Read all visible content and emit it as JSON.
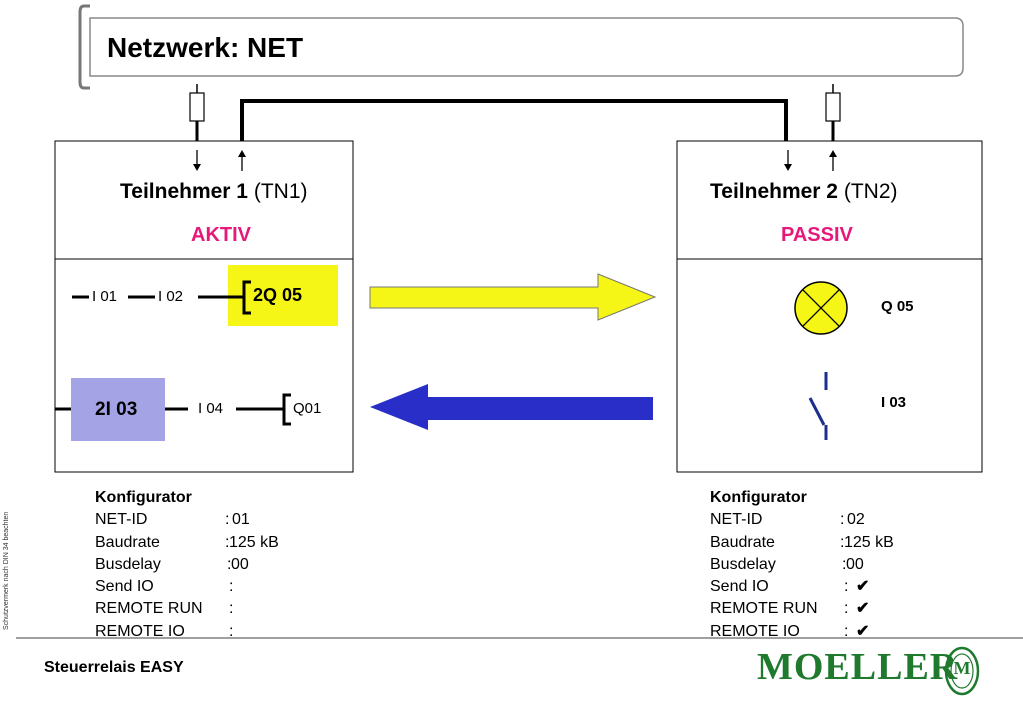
{
  "title": "Netzwerk: NET",
  "nodes": [
    {
      "name_bold": "Teilnehmer 1",
      "name_suffix": " (TN1)",
      "status": "AKTIV",
      "ladder": {
        "contact_1": "I 01",
        "contact_2": "I 02",
        "coil_out": "2Q 05",
        "input_box": "2I 03",
        "contact_3": "I 04",
        "coil_local": "Q01"
      },
      "config": {
        "heading": "Konfigurator",
        "rows": [
          {
            "key": "NET-ID",
            "sep": ":",
            "value": " 01"
          },
          {
            "key": "Baudrate",
            "sep": ":",
            "value": " 125 kB"
          },
          {
            "key": "Busdelay",
            "sep": ":",
            "value": " 00"
          },
          {
            "key": "Send IO",
            "sep": ":",
            "value": ""
          },
          {
            "key": "REMOTE RUN",
            "sep": ":",
            "value": ""
          },
          {
            "key": "REMOTE IO",
            "sep": ":",
            "value": ""
          }
        ]
      }
    },
    {
      "name_bold": "Teilnehmer 2",
      "name_suffix": " (TN2)",
      "status": "PASSIV",
      "outputs": {
        "lamp_label": "Q 05",
        "switch_label": "I 03"
      },
      "config": {
        "heading": "Konfigurator",
        "rows": [
          {
            "key": "NET-ID",
            "sep": ":",
            "value": " 02"
          },
          {
            "key": "Baudrate",
            "sep": ":",
            "value": " 125 kB"
          },
          {
            "key": "Busdelay",
            "sep": ":",
            "value": " 00"
          },
          {
            "key": "Send IO",
            "sep": ":",
            "value": "✔"
          },
          {
            "key": "REMOTE RUN",
            "sep": ":",
            "value": "✔"
          },
          {
            "key": "REMOTE IO",
            "sep": ":",
            "value": "✔"
          }
        ]
      }
    }
  ],
  "side_note": "Schutzvermerk nach DIN 34 beachten",
  "footer": {
    "product": "Steuerrelais EASY",
    "logo_text": "MOELLER",
    "logo_emblem_text": "M"
  },
  "colors": {
    "status": "#e6197a",
    "yellow": "#f5f516",
    "blue_arrow": "#2a2ec8",
    "lavender": "#a3a3e6",
    "logo_green": "#1f7a2e"
  }
}
